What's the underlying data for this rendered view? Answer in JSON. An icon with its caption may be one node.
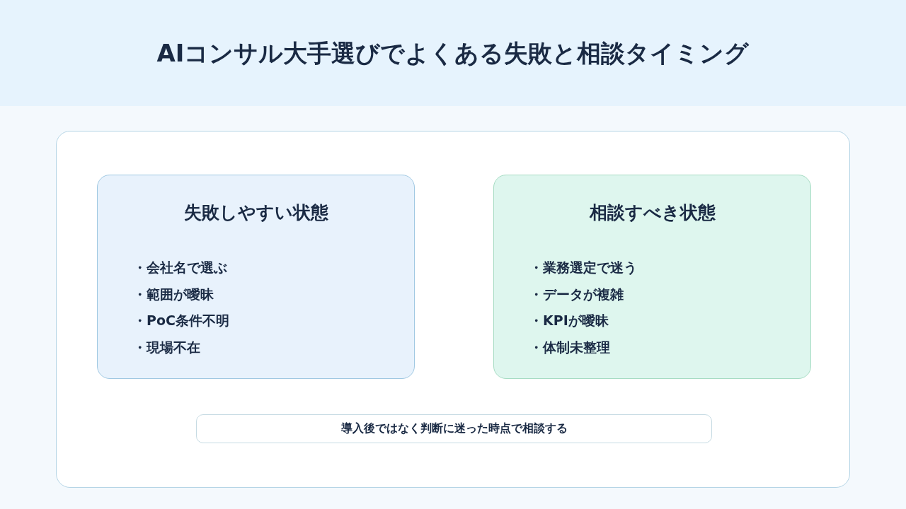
{
  "diagram": {
    "title": "AIコンサル大手選びでよくある失敗と相談タイミング",
    "nodes": [
      {
        "text": [],
        "shape": "box"
      },
      {
        "text": [
          "失敗しやすい状態",
          "・会社名で選ぶ",
          "・範囲が曖昧",
          "・PoC条件不明",
          "・現場不在"
        ],
        "in": 0
      },
      {
        "text": [
          "相談すべき状態",
          "・業務選定で迷う",
          "・データが複雑",
          "・KPIが曖昧",
          "・体制未整理"
        ],
        "in": 0
      },
      {
        "text": [
          "導入後ではなく判断に迷った時点で相談する"
        ],
        "in": 0
      }
    ],
    "edges": []
  }
}
